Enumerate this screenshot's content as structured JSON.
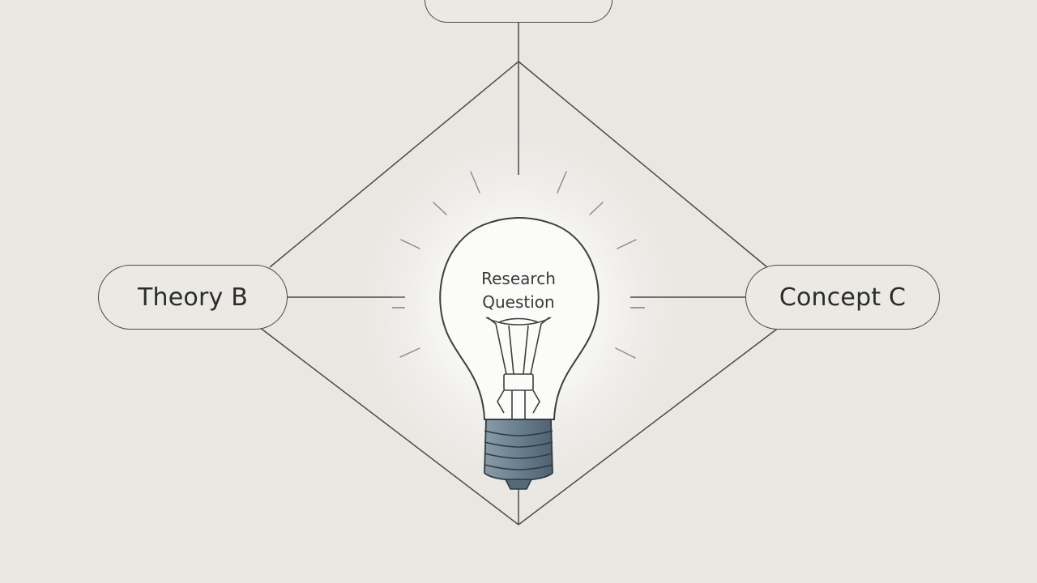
{
  "diagram": {
    "nodes": {
      "top": {
        "label": ""
      },
      "left": {
        "label": "Theory B"
      },
      "right": {
        "label": "Concept C"
      }
    },
    "center": {
      "label_line_1": "Research",
      "label_line_2": "Question",
      "icon": "lightbulb-icon"
    }
  },
  "colors": {
    "background": "#e9e7e2",
    "line": "#4a4a4a",
    "bulb_base": "#6f8594"
  }
}
